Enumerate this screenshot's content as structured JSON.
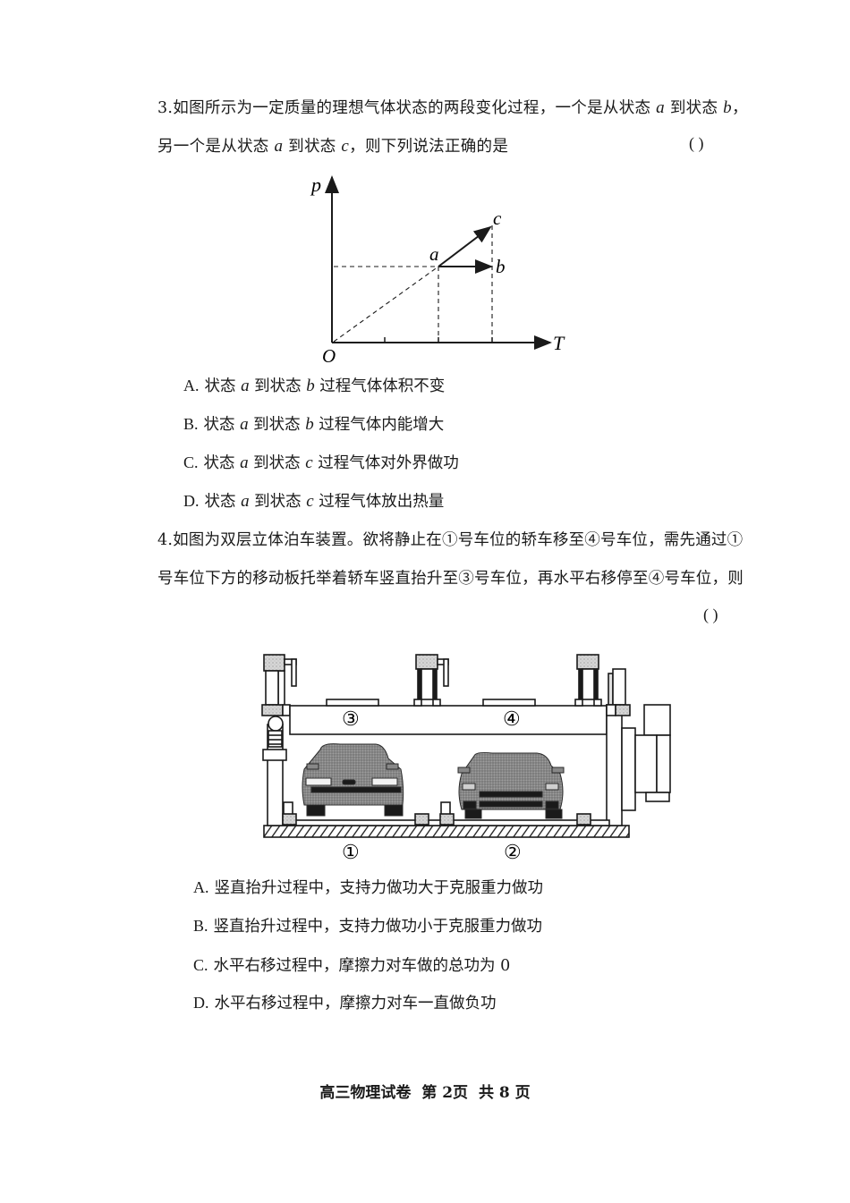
{
  "question3": {
    "number": "3.",
    "line1_pre": "如图所示为一定质量的理想气体状态的两段变化过程，一个是从状态",
    "var_a": "a",
    "line1_mid": " 到状态 ",
    "var_b": "b",
    "line1_end": "，",
    "line2_pre": "另一个是从状态 ",
    "line2_mid": " 到状态 ",
    "var_c": "c",
    "line2_end": "，则下列说法正确的是",
    "answer_paren": "(      )",
    "options": [
      {
        "letter": "A.",
        "pre": "状态 ",
        "v1": "a",
        "mid": " 到状态 ",
        "v2": "b",
        "post": " 过程气体体积不变"
      },
      {
        "letter": "B.",
        "pre": "状态 ",
        "v1": "a",
        "mid": " 到状态 ",
        "v2": "b",
        "post": " 过程气体内能增大"
      },
      {
        "letter": "C.",
        "pre": "状态 ",
        "v1": "a",
        "mid": " 到状态 ",
        "v2": "c",
        "post": " 过程气体对外界做功"
      },
      {
        "letter": "D.",
        "pre": "状态 ",
        "v1": "a",
        "mid": " 到状态 ",
        "v2": "c",
        "post": " 过程气体放出热量"
      }
    ]
  },
  "graph": {
    "y_axis_label": "p",
    "x_axis_label": "T",
    "origin_label": "O",
    "point_a": "a",
    "point_b": "b",
    "point_c": "c"
  },
  "question4": {
    "line1": "4.如图为双层立体泊车装置。欲将静止在①号车位的轿车移至④号车位，需先通过①",
    "line2": "号车位下方的移动板托举着轿车竖直抬升至③号车位，再水平右移停至④号车位，则",
    "answer_paren": "(      )",
    "options": [
      {
        "letter": "A.",
        "text": "竖直抬升过程中，支持力做功大于克服重力做功"
      },
      {
        "letter": "B.",
        "text": "竖直抬升过程中，支持力做功小于克服重力做功"
      },
      {
        "letter": "C.",
        "text": "水平右移过程中，摩擦力对车做的总功为 0"
      },
      {
        "letter": "D.",
        "text": "水平右移过程中，摩擦力对车一直做负功"
      }
    ]
  },
  "parking_diagram": {
    "slot_3": "③",
    "slot_4": "④",
    "slot_1": "①",
    "slot_2": "②"
  },
  "footer": {
    "title": "高三物理试卷",
    "page": "第 2页",
    "total": "共 8 页"
  }
}
